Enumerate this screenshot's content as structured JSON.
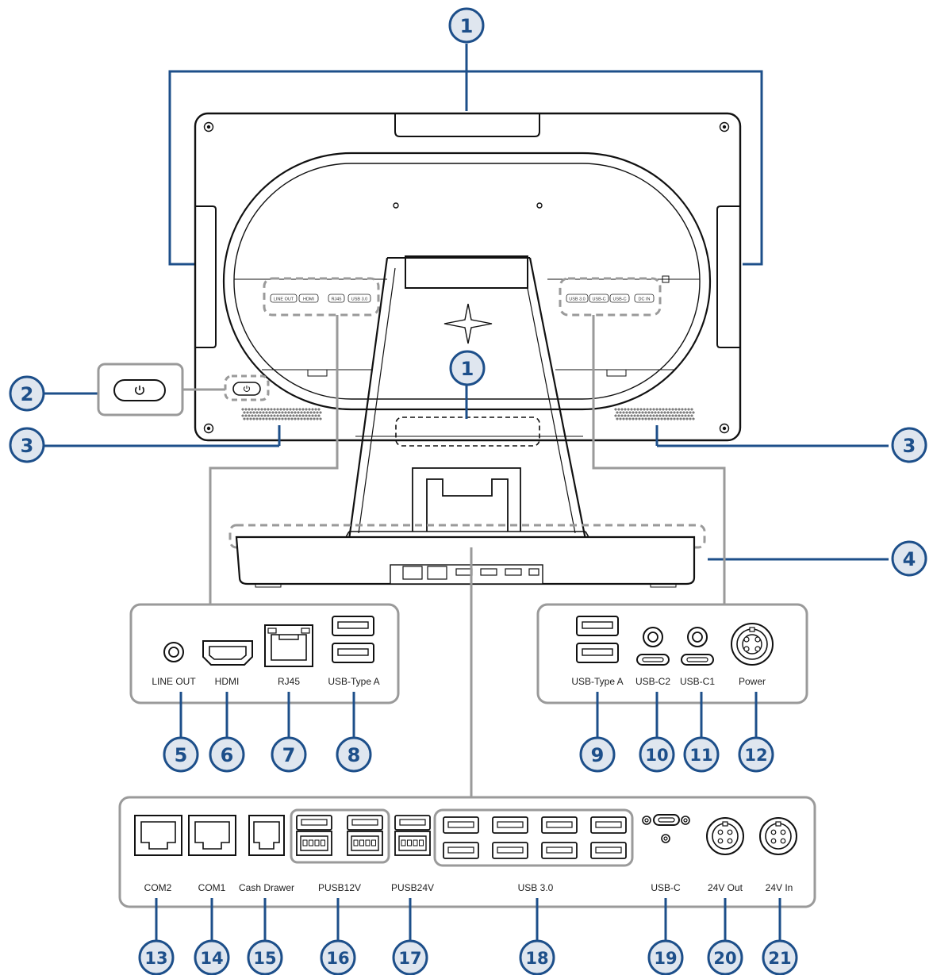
{
  "callouts": {
    "c1_top": "1",
    "c1_mid": "1",
    "c2": "2",
    "c3_left": "3",
    "c3_right": "3",
    "c4": "4",
    "c5": "5",
    "c6": "6",
    "c7": "7",
    "c8": "8",
    "c9": "9",
    "c10": "10",
    "c11": "11",
    "c12": "12",
    "c13": "13",
    "c14": "14",
    "c15": "15",
    "c16": "16",
    "c17": "17",
    "c18": "18",
    "c19": "19",
    "c20": "20",
    "c21": "21"
  },
  "panel_labels": [
    "LINE OUT",
    "HDMI",
    "RJ45",
    "USB 3.0",
    "USB 3.0",
    "USB-C",
    "USB-C",
    "DC IN"
  ],
  "left_box": {
    "line_out": "LINE OUT",
    "hdmi": "HDMI",
    "rj45": "RJ45",
    "usb_a": "USB-Type A"
  },
  "right_box": {
    "usb_a": "USB-Type A",
    "usb_c2": "USB-C2",
    "usb_c1": "USB-C1",
    "power": "Power"
  },
  "base_box": {
    "com2": "COM2",
    "com1": "COM1",
    "cash_drawer": "Cash Drawer",
    "pusb12v": "PUSB12V",
    "pusb24v": "PUSB24V",
    "usb30": "USB 3.0",
    "usbc": "USB-C",
    "out24v": "24V Out",
    "in24v": "24V In"
  },
  "colors": {
    "callout_fill": "#dfe6ef",
    "callout_stroke": "#1d4f8a",
    "leader_blue": "#1d4f8a",
    "leader_gray": "#9a9a9a",
    "outline": "#111111"
  },
  "icons": [
    "power-button-icon",
    "speaker-grille-icon",
    "screw-icon",
    "rj45-port-icon",
    "usb-a-port-icon",
    "usb-c-port-icon",
    "hdmi-port-icon",
    "audio-jack-icon",
    "power-din-connector-icon"
  ]
}
